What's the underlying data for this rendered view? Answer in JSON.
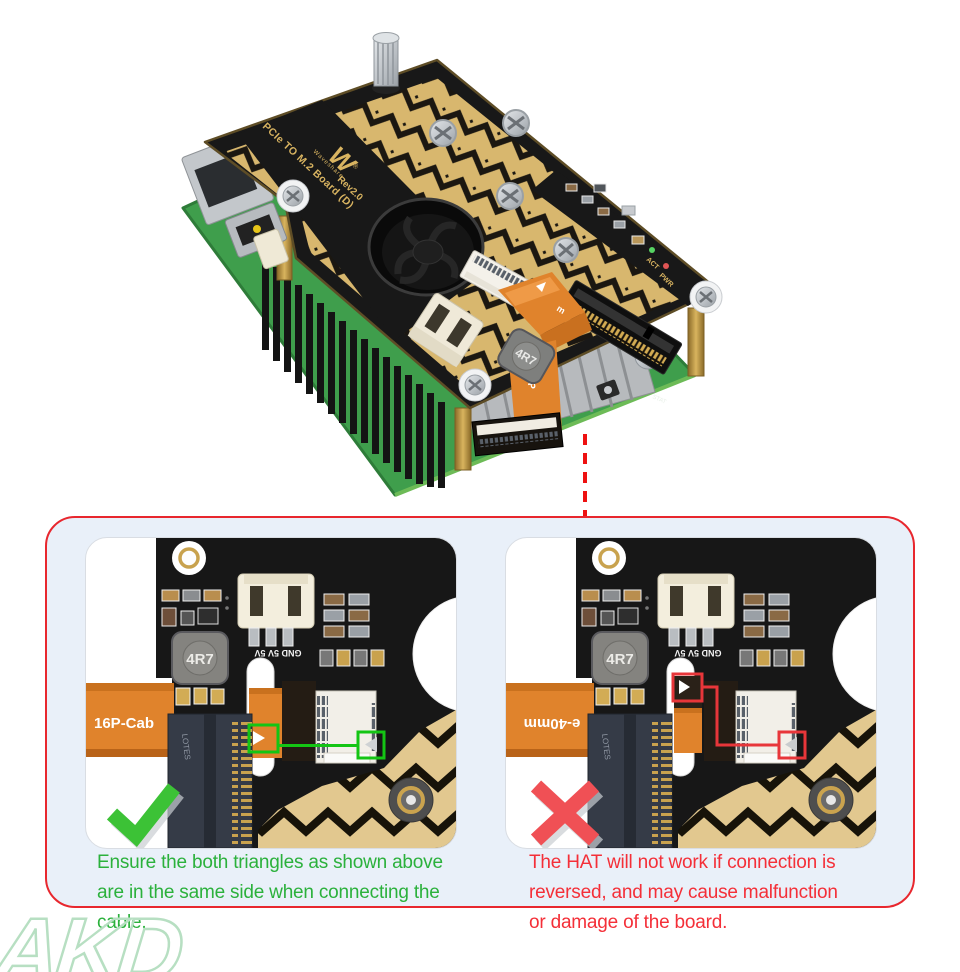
{
  "board_photo": {
    "silk_title": "PCIe TO M.2 Board (D)",
    "brand_mark": "W",
    "brand_registered": "®",
    "brand_name": "Waveshare",
    "revision": "Rev2.0",
    "led_act_label": "ACT",
    "led_pwr_label": "PWR",
    "inductor_label": "4R7",
    "cable_fragment_m": "m",
    "cable_fragment_16p": "16P",
    "pi_silk_stat": "STAT"
  },
  "callout": {
    "connector_line": "red-dashed-leader",
    "panels": {
      "left": {
        "result_icon": "check-icon",
        "cable_label": "16P-Cab",
        "inductor_label": "4R7",
        "jst_silk": "GND 5V 5V",
        "socket_silk": "LOTES",
        "highlight_color": "#14c514",
        "caption_color": "#2bb13c",
        "caption_lines": [
          "Ensure the both triangles as shown above",
          "are in the same side when connecting the",
          "cable."
        ]
      },
      "right": {
        "result_icon": "cross-icon",
        "cable_label": "e-40mm",
        "inductor_label": "4R7",
        "jst_silk": "GND 5V 5V",
        "socket_silk": "LOTES",
        "highlight_color": "#e8363a",
        "caption_color": "#f42f38",
        "caption_lines": [
          "The HAT will not work if connection is",
          "reversed, and may cause malfunction",
          "or damage of the board."
        ]
      }
    }
  },
  "watermark": "AKD",
  "colors": {
    "callout_border": "#e8272e",
    "callout_bg": "#e9f0f9",
    "board_gold": "#d8b76e",
    "cable_orange": "#e0832c",
    "ok_green": "#2bb13c",
    "warn_red": "#f42f38",
    "watermark_green": "#b7dfc2"
  }
}
